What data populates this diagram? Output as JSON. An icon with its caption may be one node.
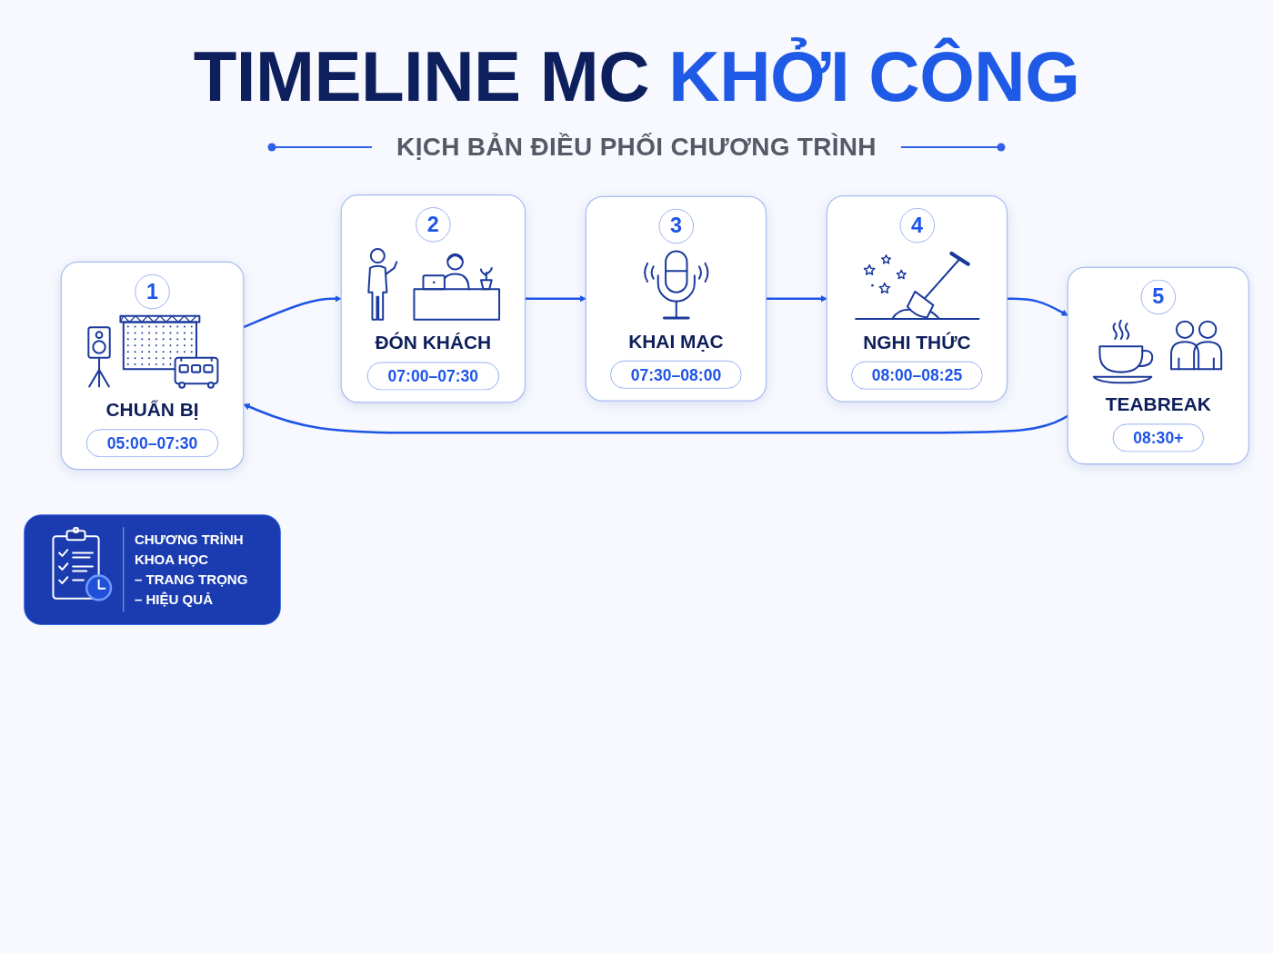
{
  "diagram": {
    "title": "TIMELINE MC KHỞI CÔNG",
    "nodes": [
      {
        "text": [
          "1",
          "CHUẨN BỊ",
          "05:00–07:30"
        ]
      },
      {
        "text": [
          "2",
          "ĐÓN KHÁCH",
          "07:00–07:30"
        ]
      },
      {
        "text": [
          "3",
          "KHAI MẠC",
          "07:30–08:00"
        ]
      },
      {
        "text": [
          "4",
          "NGHI THỨC",
          "08:00–08:25"
        ]
      },
      {
        "text": [
          "5",
          "TEABREAK",
          "08:30+"
        ]
      },
      {
        "text": [
          "CHƯƠNG TRÌNH KHOA HỌC",
          "– TRANG TRỌNG",
          "– HIỆU QUẢ"
        ]
      }
    ],
    "edges": [
      {
        "from": 0,
        "to": 1,
        "arrow": "to"
      },
      {
        "from": 1,
        "to": 2,
        "arrow": "to"
      },
      {
        "from": 2,
        "to": 3,
        "arrow": "to"
      },
      {
        "from": 3,
        "to": 4,
        "arrow": "to"
      },
      {
        "from": 4,
        "to": 0,
        "arrow": "to"
      }
    ],
    "labels": [
      "KỊCH BẢN ĐIỀU PHỐI CHƯƠNG TRÌNH"
    ]
  }
}
